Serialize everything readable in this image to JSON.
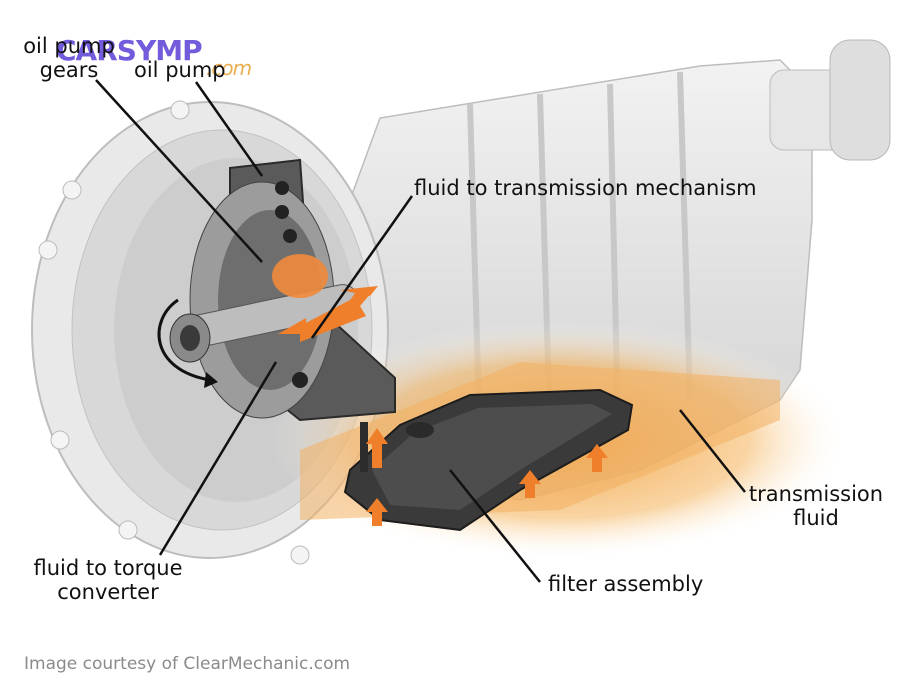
{
  "watermark": {
    "main": "CARSYMP",
    "suffix": ".com"
  },
  "labels": {
    "oil_pump_gears": [
      "oil pump",
      "gears"
    ],
    "oil_pump": "oil pump",
    "fluid_to_transmission": "fluid to transmission mechanism",
    "transmission_fluid": [
      "transmission",
      "fluid"
    ],
    "fluid_to_torque": [
      "fluid to torque",
      "converter"
    ],
    "filter_assembly": "filter assembly"
  },
  "credit": "Image courtesy of ClearMechanic.com",
  "colors": {
    "housing": "#e4e4e4",
    "housing_shadow": "#c2c2c2",
    "pump": "#4a4a4a",
    "fluid_glow": "#f0a040",
    "arrow": "#ef7f2a",
    "filter": "#333333"
  }
}
